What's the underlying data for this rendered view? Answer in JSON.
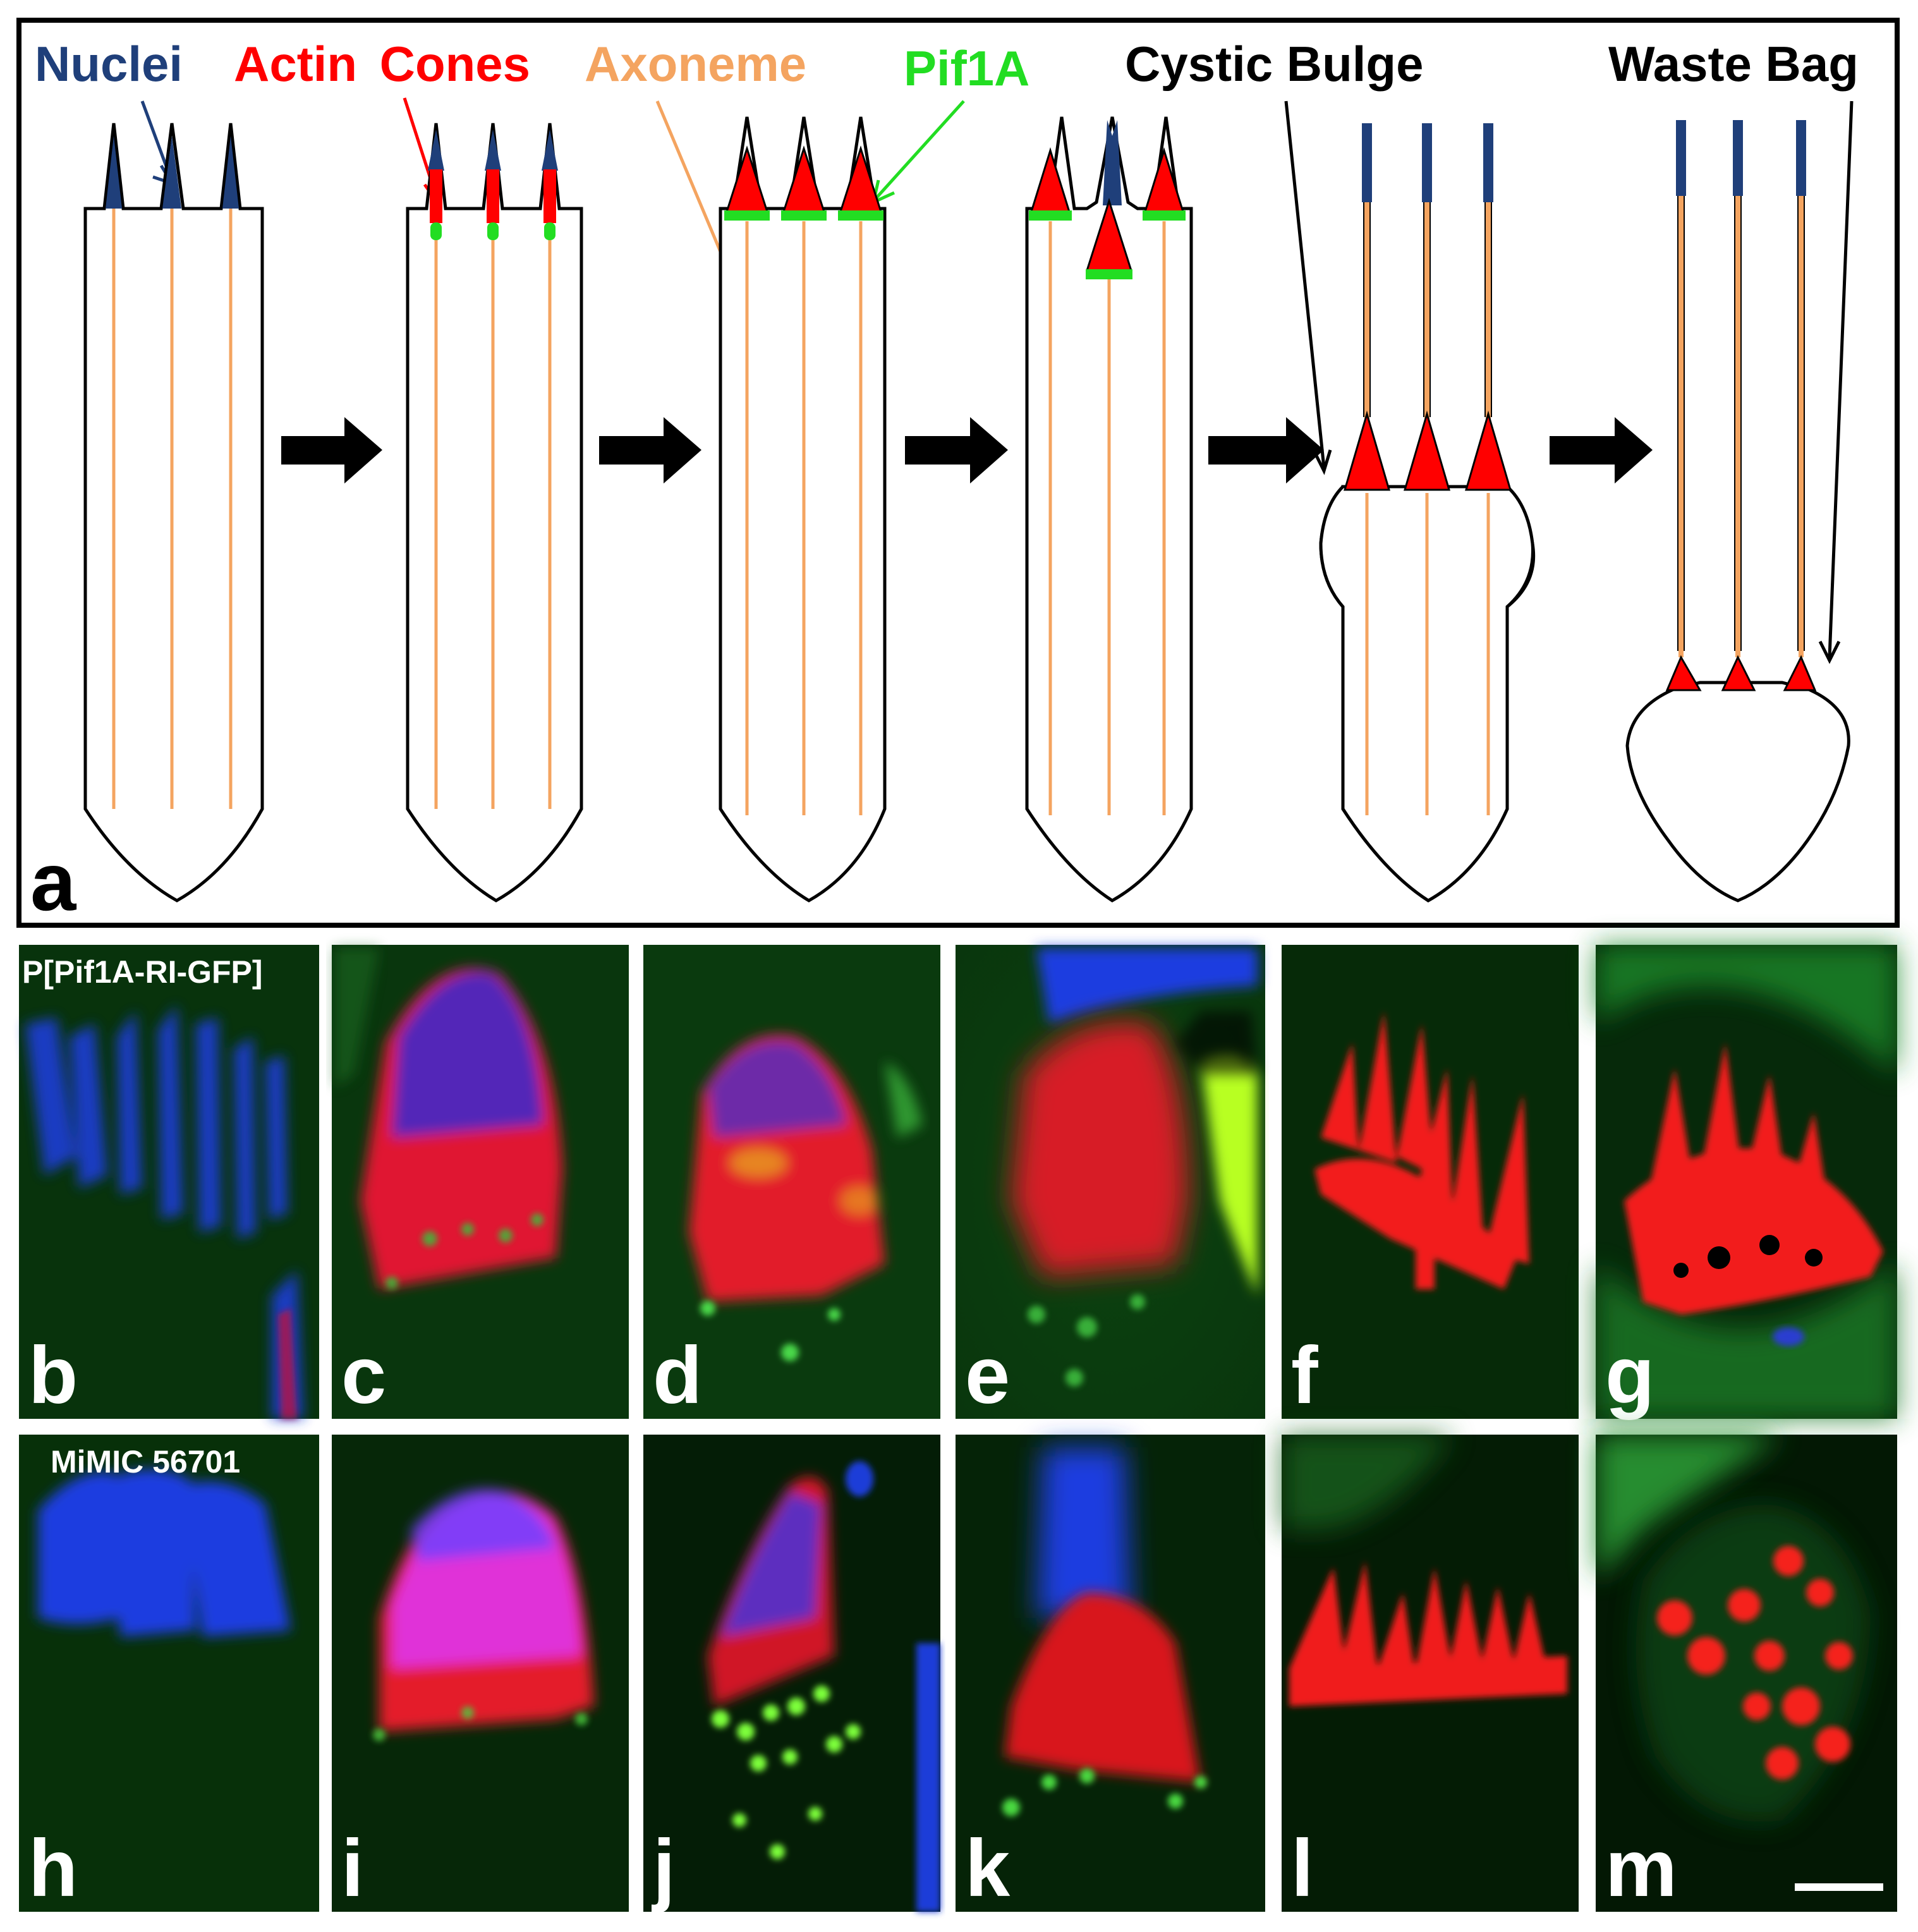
{
  "schematic": {
    "panel_letter": "a",
    "legend": {
      "nuclei": "Nuclei",
      "actin_cones": "Actin Cones",
      "axoneme": "Axoneme",
      "pif1a": "Pif1A",
      "cystic_bulge": "Cystic Bulge",
      "waste_bag": "Waste Bag"
    },
    "colors": {
      "nuclei": "#1f3f7a",
      "actin": "#ff0000",
      "axoneme": "#f4a460",
      "pif1a": "#22dd22",
      "outline": "#000000"
    }
  },
  "rows": [
    {
      "tag": "P[Pif1A-RI-GFP]",
      "panels": [
        "b",
        "c",
        "d",
        "e",
        "f",
        "g"
      ]
    },
    {
      "tag": "MiMIC 56701",
      "panels": [
        "h",
        "i",
        "j",
        "k",
        "l",
        "m"
      ]
    }
  ]
}
